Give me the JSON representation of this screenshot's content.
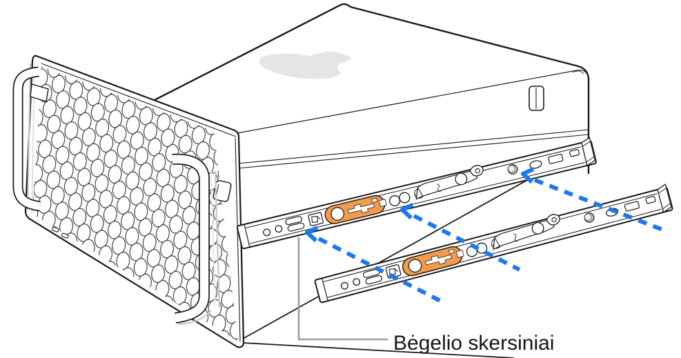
{
  "illustration": {
    "callout_label": "Bėgelio skersiniai",
    "alt": "Mac Pro shown from the side with two rail sliders attached; dashed arrows show sliders being installed onto the rails"
  },
  "colors": {
    "line": "#1a1a1a",
    "slider_orange": "#F09B4F",
    "arrow_blue": "#1C78F2",
    "callout_gray": "#9C9C9C",
    "logo_gray": "#E5E5E5"
  },
  "icons": {
    "apple_logo": "apple-logo"
  }
}
